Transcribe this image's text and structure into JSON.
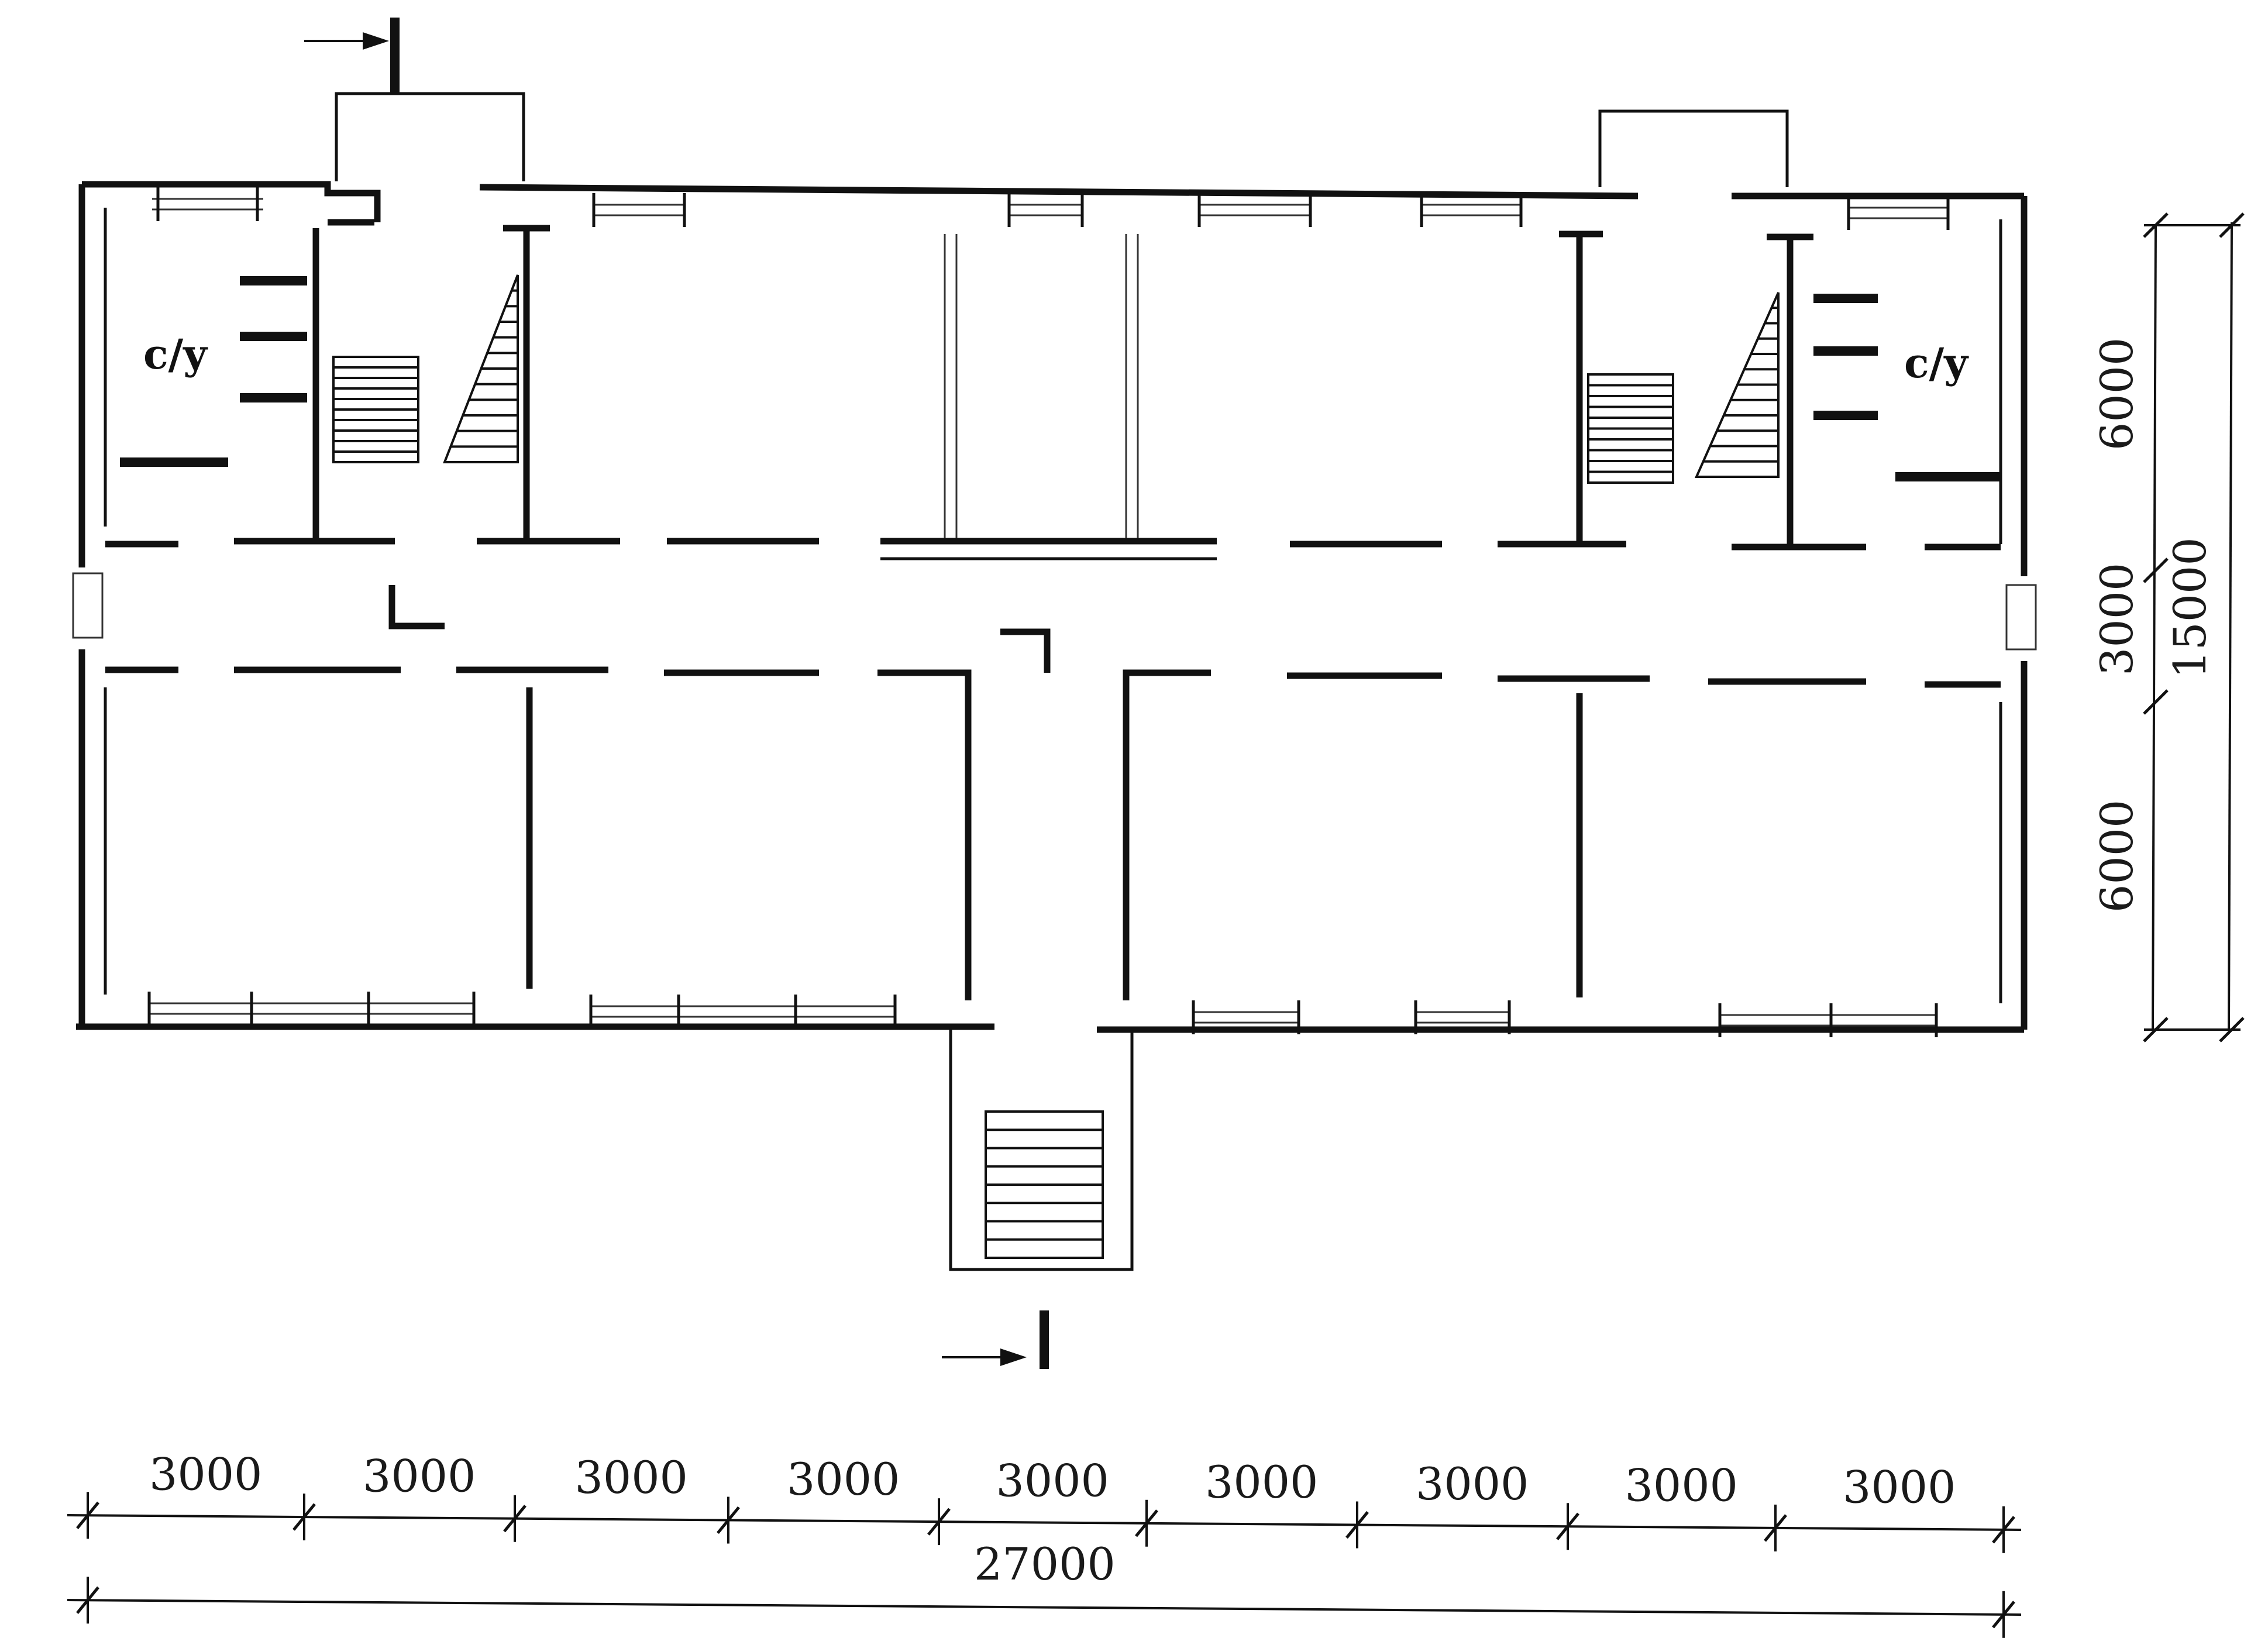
{
  "rooms": {
    "toilet_left": "c/y",
    "toilet_right": "c/y"
  },
  "section": {
    "label_top": "I",
    "label_bottom": "I"
  },
  "dimensions": {
    "horizontal_segments": [
      "3000",
      "3000",
      "3000",
      "3000",
      "3000",
      "3000",
      "3000",
      "3000",
      "3000"
    ],
    "horizontal_total": "27000",
    "vertical_segments": [
      "6000",
      "3000",
      "6000"
    ],
    "vertical_total": "15000"
  }
}
